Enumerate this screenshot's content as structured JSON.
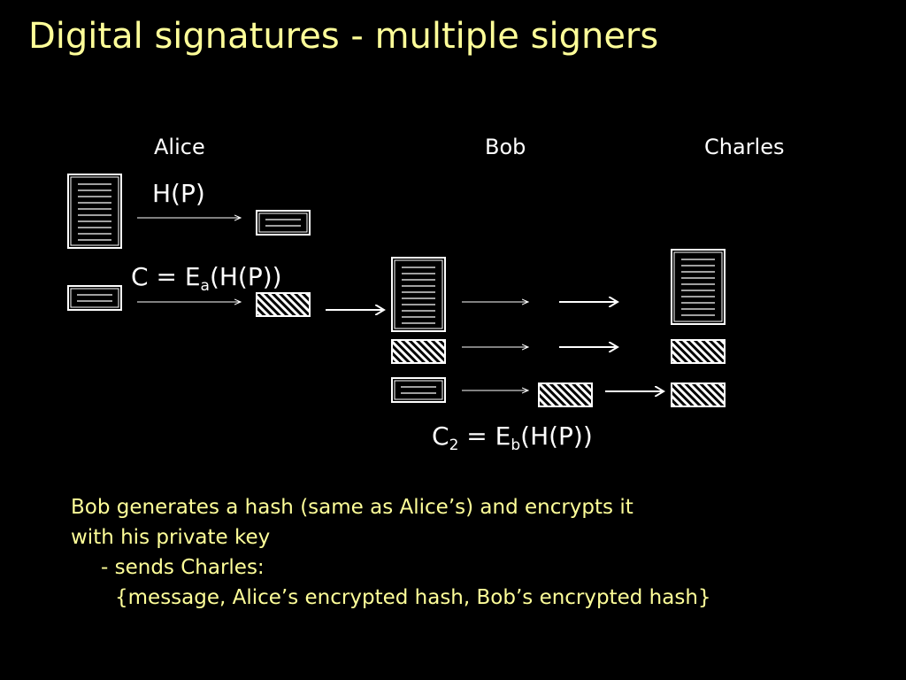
{
  "title": "Digital signatures - multiple signers",
  "parties": {
    "alice": "Alice",
    "bob": "Bob",
    "charles": "Charles"
  },
  "labels": {
    "hash": "H(P)",
    "alice_sig": {
      "lhs": "C = E",
      "sub": "a",
      "rhs": "(H(P))"
    },
    "bob_sig": {
      "lhs1": "C",
      "sub1": "2",
      "mid": " = E",
      "sub2": "b",
      "rhs": "(H(P))"
    }
  },
  "text": {
    "line1": "Bob generates a hash (same as Alice’s) and encrypts it",
    "line2": "with his private key",
    "line3": "- sends Charles:",
    "line4": "{message, Alice’s encrypted hash, Bob’s encrypted hash}"
  },
  "colors": {
    "title": "#ffff99",
    "body_text": "#ffff99",
    "diagram": "#ffffff",
    "background": "#000000"
  }
}
